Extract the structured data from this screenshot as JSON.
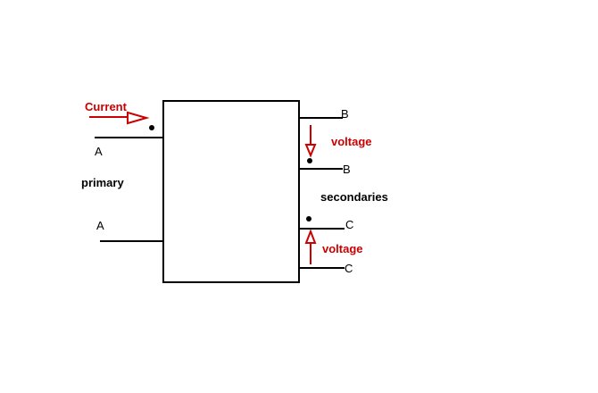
{
  "diagram": {
    "labels": {
      "current": "Current",
      "terminal_a_top": "A",
      "terminal_a_bottom": "A",
      "primary": "primary",
      "terminal_b_top": "B",
      "terminal_b_bottom": "B",
      "voltage_b": "voltage",
      "secondaries": "secondaries",
      "terminal_c_top": "C",
      "terminal_c_bottom": "C",
      "voltage_c": "voltage"
    },
    "colors": {
      "line": "#000000",
      "annotation": "#cc0000"
    }
  }
}
